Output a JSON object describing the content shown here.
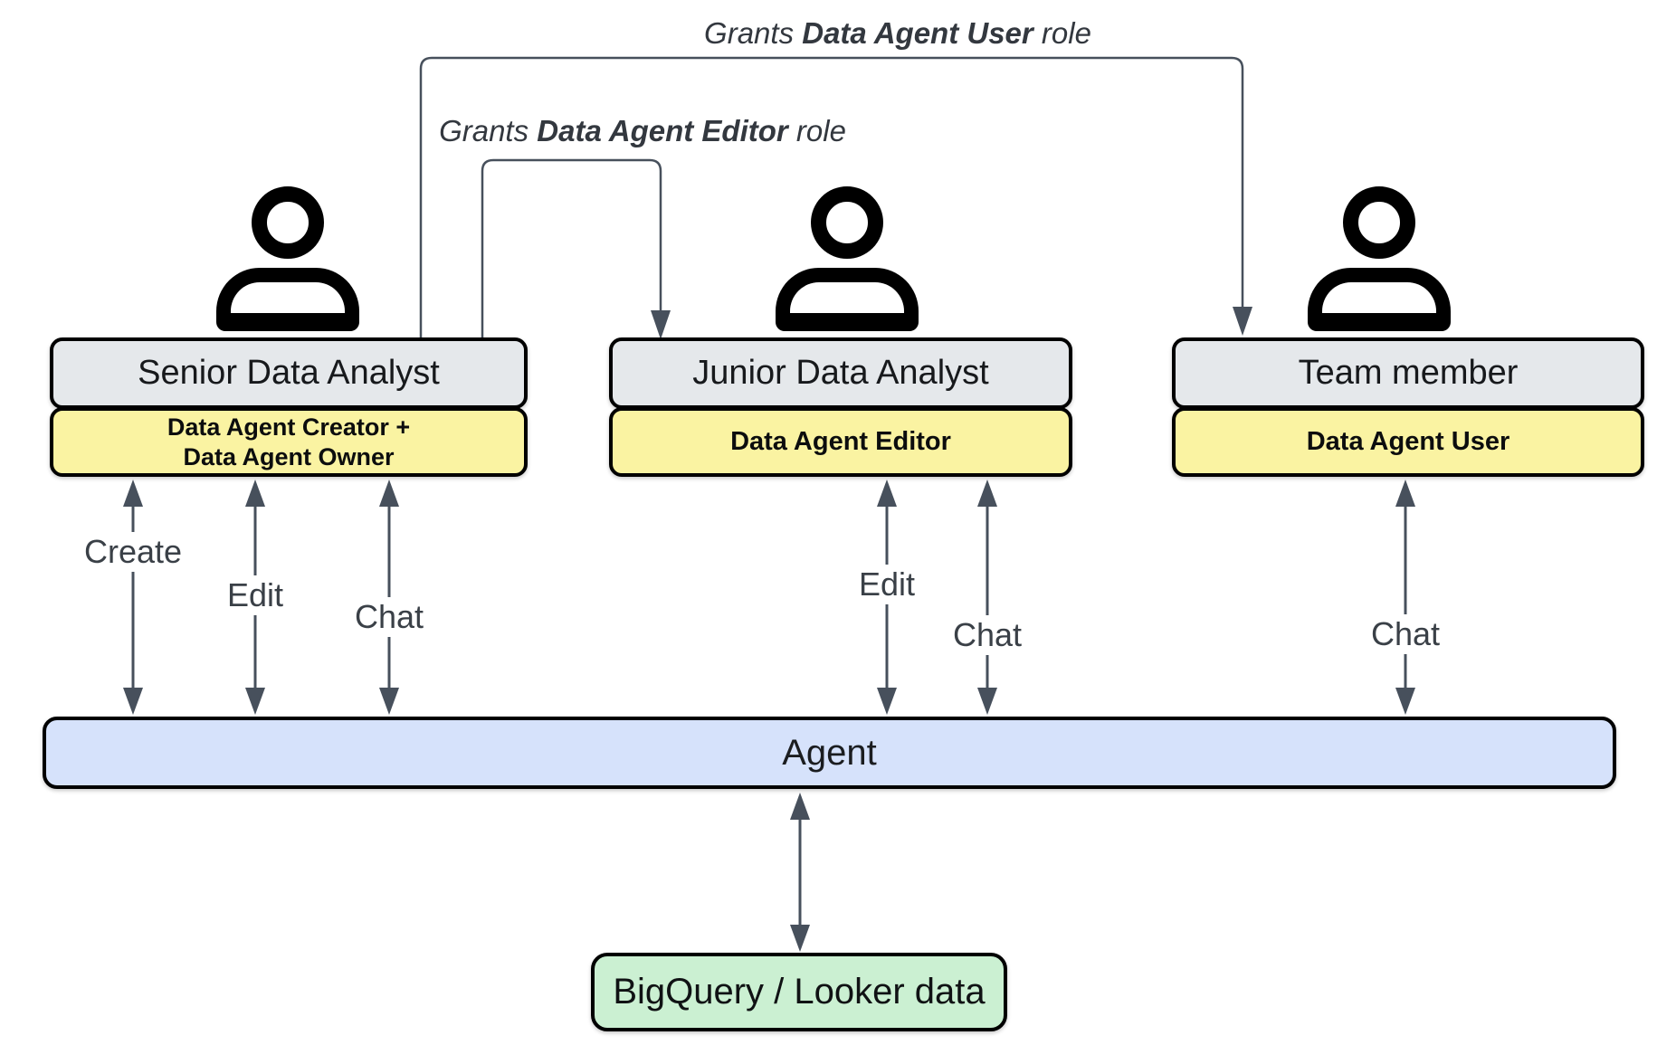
{
  "annotations": {
    "grant_user": {
      "prefix": "Grants ",
      "bold": "Data Agent User",
      "suffix": " role"
    },
    "grant_editor": {
      "prefix": "Grants ",
      "bold": "Data Agent Editor",
      "suffix": " role"
    }
  },
  "personas": [
    {
      "title": "Senior Data Analyst",
      "role_line1": "Data Agent Creator +",
      "role_line2": "Data Agent Owner",
      "icon": "person-silhouette"
    },
    {
      "title": "Junior Data Analyst",
      "role": "Data Agent Editor",
      "icon": "person-silhouette"
    },
    {
      "title": "Team member",
      "role": "Data Agent User",
      "icon": "person-silhouette"
    }
  ],
  "arrow_labels": {
    "senior_create": "Create",
    "senior_edit": "Edit",
    "senior_chat": "Chat",
    "junior_edit": "Edit",
    "junior_chat": "Chat",
    "team_chat": "Chat"
  },
  "agent": {
    "label": "Agent"
  },
  "datasource": {
    "label": "BigQuery / Looker data"
  },
  "colors": {
    "persona_title_fill": "#e5e8eb",
    "persona_role_fill": "#faf3a2",
    "agent_fill": "#d6e2fb",
    "datasource_fill": "#cbf0d2",
    "border": "#000000",
    "arrow": "#47505c",
    "annotation_text": "#33383f"
  }
}
